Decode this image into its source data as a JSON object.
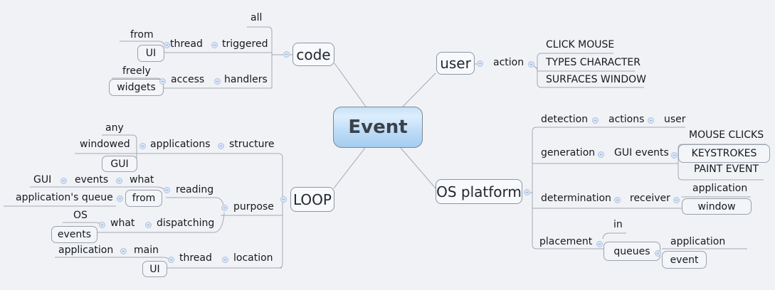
{
  "colors": {
    "background": "#f1f2f6",
    "line": "#a3a9b2",
    "root_gradient_top": "#d7eafc",
    "root_gradient_bottom": "#a5cdf0",
    "toggle_fill": "#d9e5f5",
    "toggle_border": "#aec4e5"
  },
  "map": {
    "root": {
      "label": "Event"
    },
    "code": {
      "label": "code",
      "all": {
        "label": "all"
      },
      "triggered": {
        "label": "triggered",
        "thread": {
          "label": "thread",
          "from": {
            "label": "from"
          },
          "ui": {
            "label": "UI"
          }
        }
      },
      "handlers": {
        "label": "handlers",
        "access": {
          "label": "access",
          "freely": {
            "label": "freely"
          },
          "widgets": {
            "label": "widgets"
          }
        }
      }
    },
    "user": {
      "label": "user",
      "action": {
        "label": "action",
        "click_mouse": {
          "label": "CLICK MOUSE"
        },
        "types_character": {
          "label": "TYPES CHARACTER"
        },
        "surfaces_window": {
          "label": "SURFACES WINDOW"
        }
      }
    },
    "loop": {
      "label": "LOOP",
      "structure": {
        "label": "structure",
        "applications": {
          "label": "applications",
          "any": {
            "label": "any"
          },
          "windowed": {
            "label": "windowed"
          },
          "gui": {
            "label": "GUI"
          }
        }
      },
      "purpose": {
        "label": "purpose",
        "reading": {
          "label": "reading",
          "what": {
            "label": "what",
            "events": {
              "label": "events",
              "gui": {
                "label": "GUI"
              }
            }
          },
          "from": {
            "label": "from",
            "applications_queue": {
              "label": "application's queue"
            }
          }
        },
        "dispatching": {
          "label": "dispatching",
          "what": {
            "label": "what",
            "os": {
              "label": "OS"
            },
            "events": {
              "label": "events"
            }
          }
        }
      },
      "location": {
        "label": "location",
        "thread": {
          "label": "thread",
          "main": {
            "label": "main",
            "application": {
              "label": "application"
            }
          },
          "ui": {
            "label": "UI"
          }
        }
      }
    },
    "os_platform": {
      "label": "OS platform",
      "detection": {
        "label": "detection",
        "actions": {
          "label": "actions",
          "user": {
            "label": "user"
          }
        }
      },
      "generation": {
        "label": "generation",
        "gui_events": {
          "label": "GUI events",
          "mouse_clicks": {
            "label": "MOUSE CLICKS"
          },
          "keystrokes": {
            "label": "KEYSTROKES"
          },
          "paint_event": {
            "label": "PAINT EVENT"
          }
        }
      },
      "determination": {
        "label": "determination",
        "receiver": {
          "label": "receiver",
          "application": {
            "label": "application"
          },
          "window": {
            "label": "window"
          }
        }
      },
      "placement": {
        "label": "placement",
        "in": {
          "label": "in"
        },
        "queues": {
          "label": "queues",
          "application": {
            "label": "application"
          },
          "event": {
            "label": "event"
          }
        }
      }
    }
  }
}
